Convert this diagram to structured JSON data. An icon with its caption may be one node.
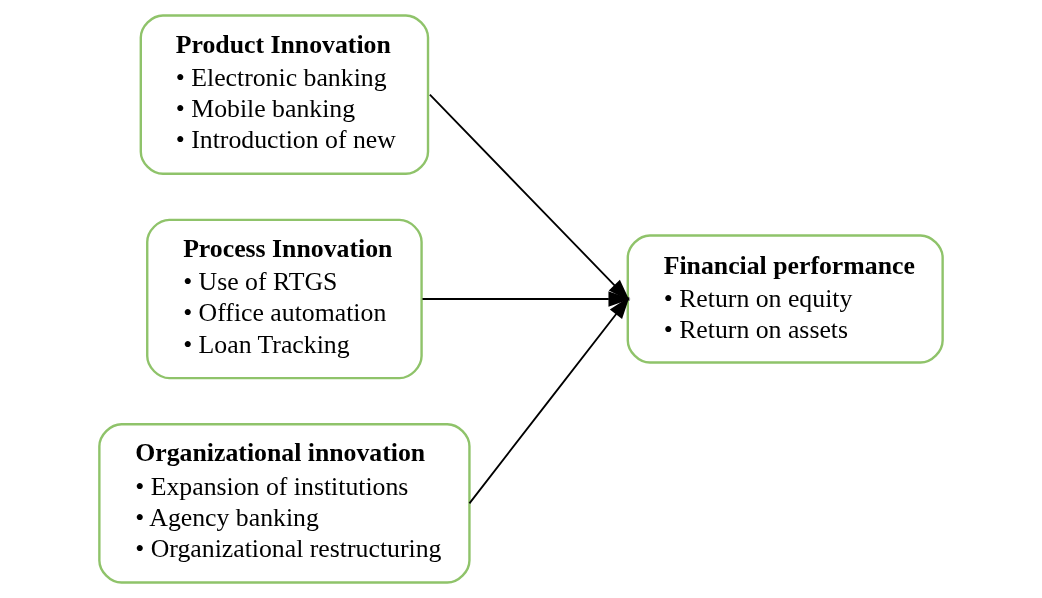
{
  "diagram": {
    "nodes": [
      {
        "text": [
          "Product Innovation",
          "• Electronic banking",
          "• Mobile banking",
          "• Introduction of new"
        ]
      },
      {
        "text": [
          "Process Innovation",
          "• Use of RTGS",
          "• Office automation",
          "• Loan Tracking"
        ]
      },
      {
        "text": [
          "Organizational innovation",
          "• Expansion of institutions",
          "• Agency banking",
          "• Organizational restructuring"
        ]
      },
      {
        "text": [
          "Financial performance",
          "• Return on equity",
          "• Return on assets"
        ]
      }
    ],
    "edges": [
      {
        "from": 0,
        "to": 3,
        "arrow": "to"
      },
      {
        "from": 1,
        "to": 3,
        "arrow": "to"
      },
      {
        "from": 2,
        "to": 3,
        "arrow": "to"
      }
    ]
  }
}
